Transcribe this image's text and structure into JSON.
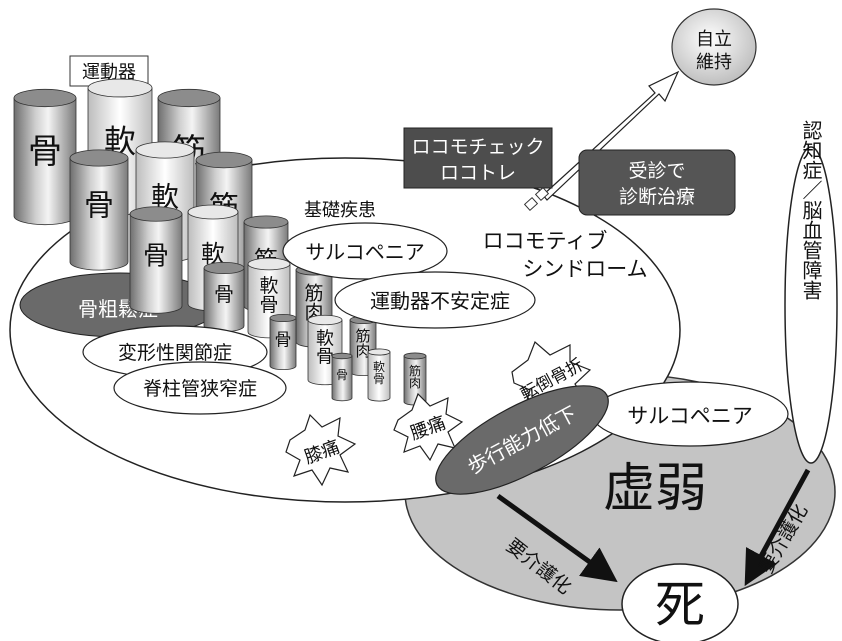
{
  "title_box": "運動器",
  "cylinders": {
    "bone": "骨",
    "cartilage": "軟",
    "muscle": "筋",
    "cartilage_full": "軟骨",
    "muscle_full": "筋肉"
  },
  "main_labels": {
    "underlying_disease": "基礎疾患",
    "locomotive_line1": "ロコモティブ",
    "locomotive_line2": "シンドローム"
  },
  "conditions": {
    "sarcopenia": "サルコペニア",
    "motor_instability": "運動器不安定症",
    "osteoporosis": "骨粗鬆症",
    "osteoarthritis": "変形性関節症",
    "spinal_stenosis": "脊柱管狭窄症"
  },
  "starbursts": {
    "knee_pain": "膝痛",
    "back_pain": "腰痛",
    "fall_fracture": "転倒骨折"
  },
  "walking_decline": "歩行能力低下",
  "frailty": {
    "sarcopenia": "サルコペニア",
    "label": "虚弱"
  },
  "care_left": "要介護化",
  "care_right": "要介護化",
  "death": "死",
  "independence_line1": "自立",
  "independence_line2": "維持",
  "lococheck_line1": "ロコモチェック",
  "lococheck_line2": "ロコトレ",
  "consult_line1": "受診で",
  "consult_line2": "診断治療",
  "dementia_top": "認知症",
  "dementia_sep": "／",
  "dementia_bottom": "脳血管障害"
}
